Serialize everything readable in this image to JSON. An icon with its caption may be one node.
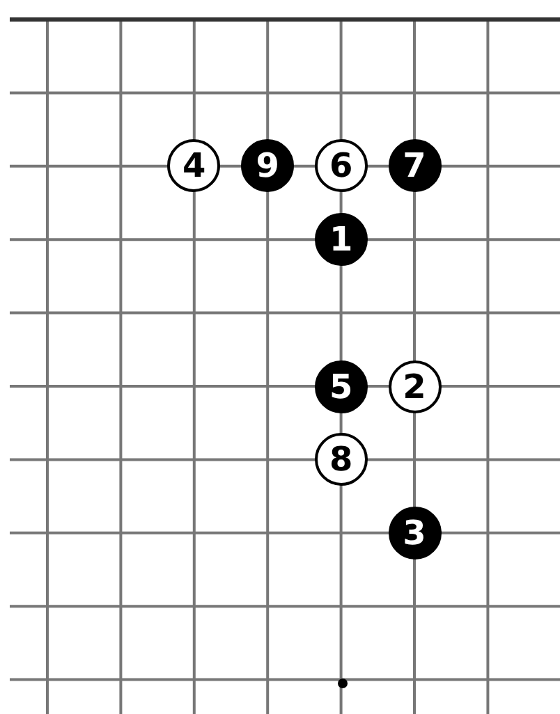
{
  "diagram": {
    "nodes": [
      {
        "text": [
          "4"
        ]
      },
      {
        "text": [
          "9"
        ]
      },
      {
        "text": [
          "6"
        ]
      },
      {
        "text": [
          "7"
        ]
      },
      {
        "text": [
          "1"
        ]
      },
      {
        "text": [
          "5"
        ]
      },
      {
        "text": [
          "2"
        ]
      },
      {
        "text": [
          "8"
        ]
      },
      {
        "text": [
          "3"
        ]
      }
    ]
  }
}
